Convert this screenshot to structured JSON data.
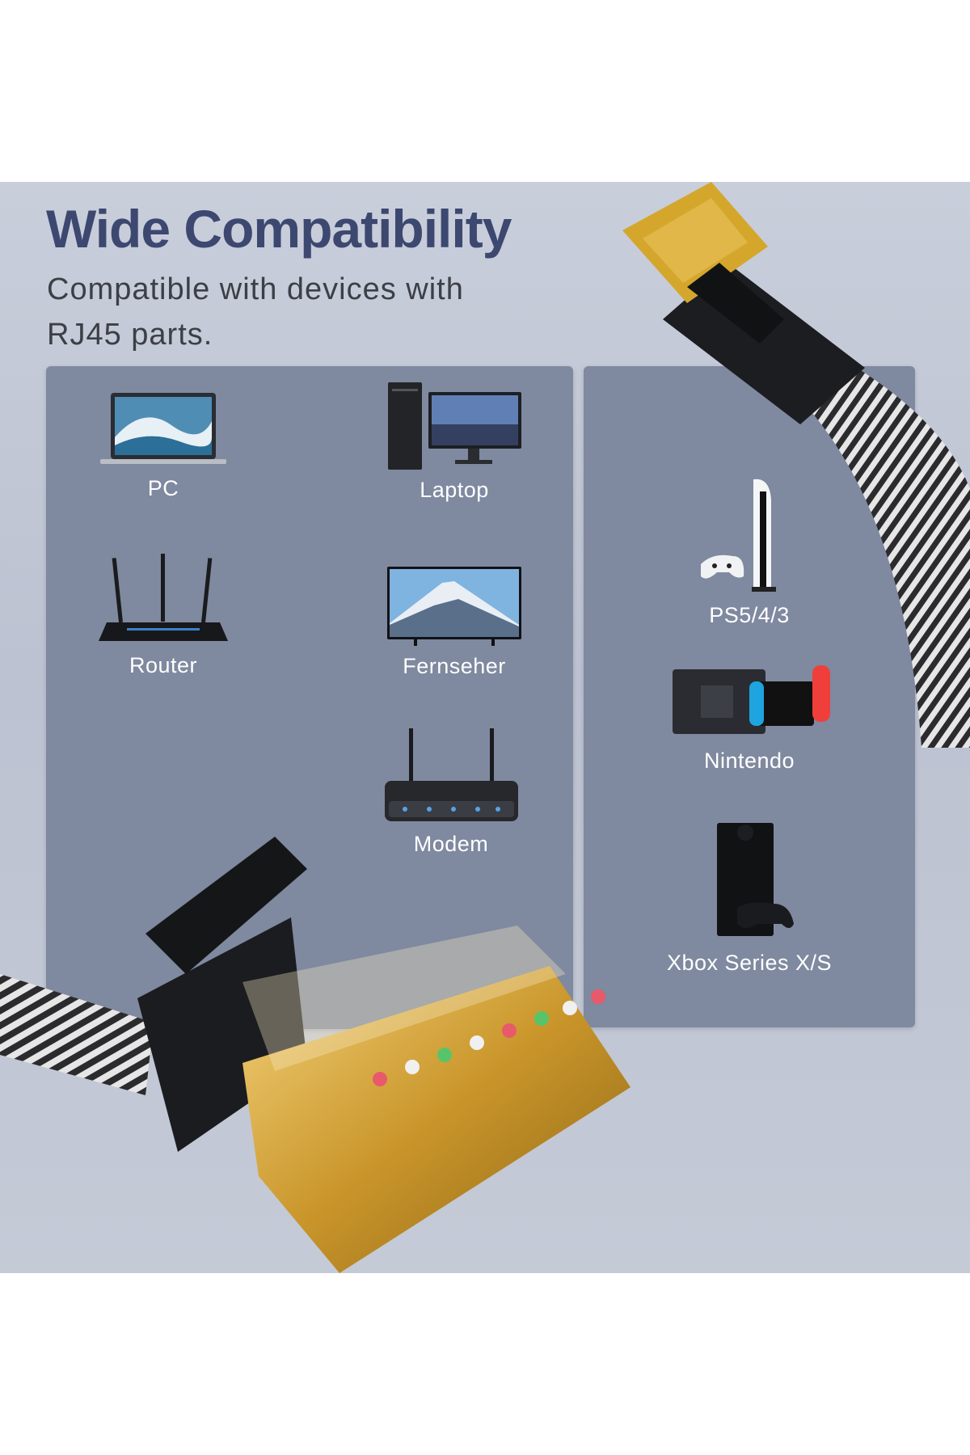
{
  "header": {
    "title": "Wide Compatibility",
    "subtitle": "Compatible with devices with RJ45 parts."
  },
  "devices_left": [
    {
      "label": "PC",
      "icon": "laptop-icon"
    },
    {
      "label": "Laptop",
      "icon": "desktop-computer-icon"
    },
    {
      "label": "Router",
      "icon": "router-icon"
    },
    {
      "label": "Fernseher",
      "icon": "tv-icon"
    },
    {
      "label": "Modem",
      "icon": "modem-icon"
    }
  ],
  "devices_right": [
    {
      "label": "PS5/4/3",
      "icon": "playstation-icon"
    },
    {
      "label": "Nintendo",
      "icon": "nintendo-switch-icon"
    },
    {
      "label": "Xbox Series X/S",
      "icon": "xbox-icon"
    }
  ],
  "colors": {
    "title": "#3d4870",
    "panel": "#7f899f",
    "background": "#c9cedb",
    "connector_gold": "#d4a72c"
  }
}
